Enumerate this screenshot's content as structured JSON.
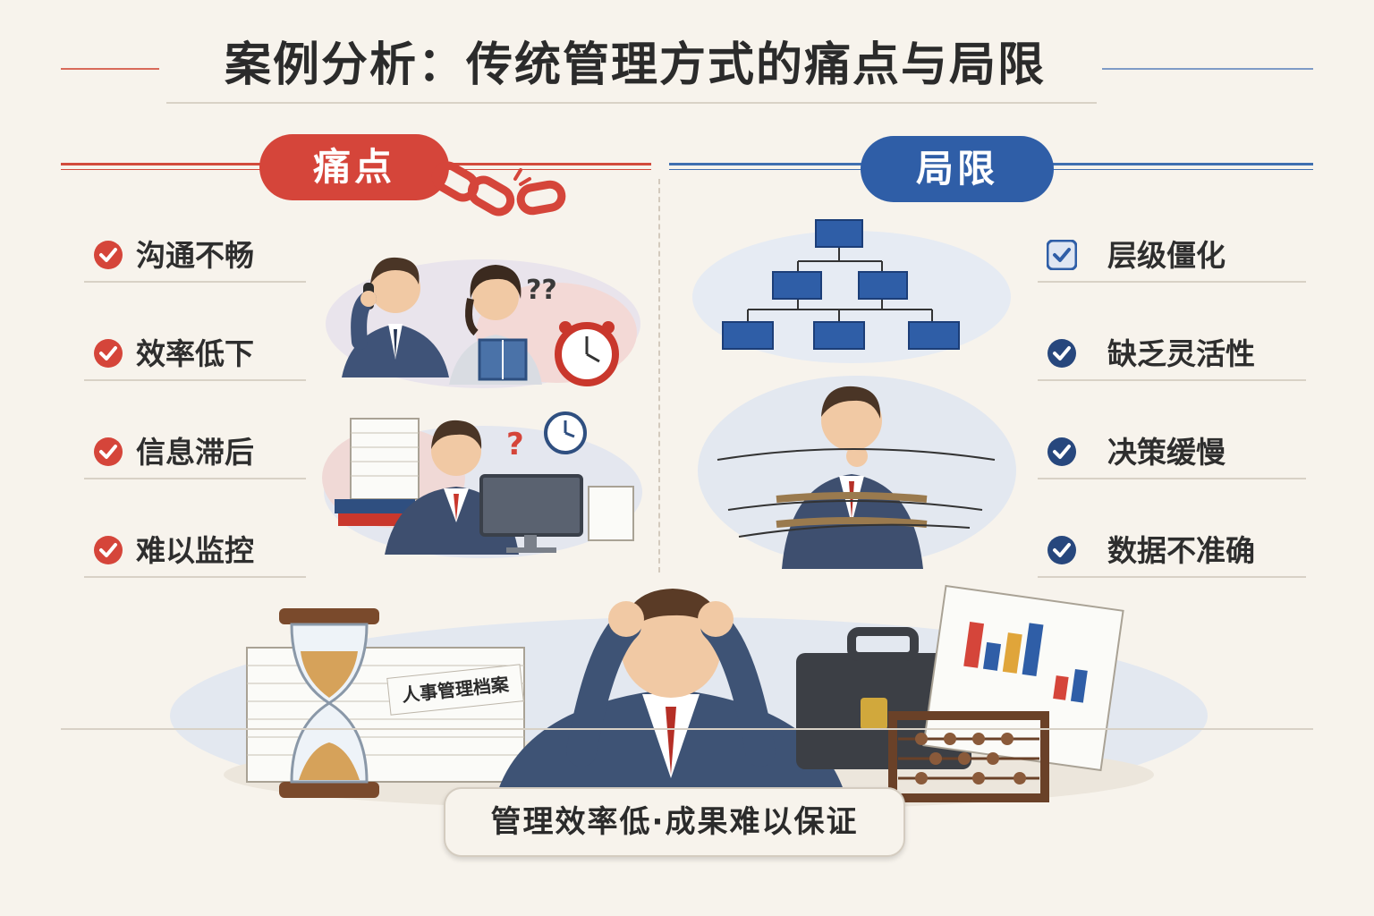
{
  "title": "案例分析：传统管理方式的痛点与局限",
  "pain": {
    "label": "痛点",
    "items": [
      "沟通不畅",
      "效率低下",
      "信息滞后",
      "难以监控"
    ]
  },
  "limit": {
    "label": "局限",
    "items": [
      "层级僵化",
      "缺乏灵活性",
      "决策缓慢",
      "数据不准确"
    ]
  },
  "paper_label": "人事管理档案",
  "bottom_banner": "管理效率低·成果难以保证",
  "colors": {
    "pain_accent": "#d5453a",
    "limit_accent": "#2f5ea7",
    "background": "#f7f3ec"
  }
}
